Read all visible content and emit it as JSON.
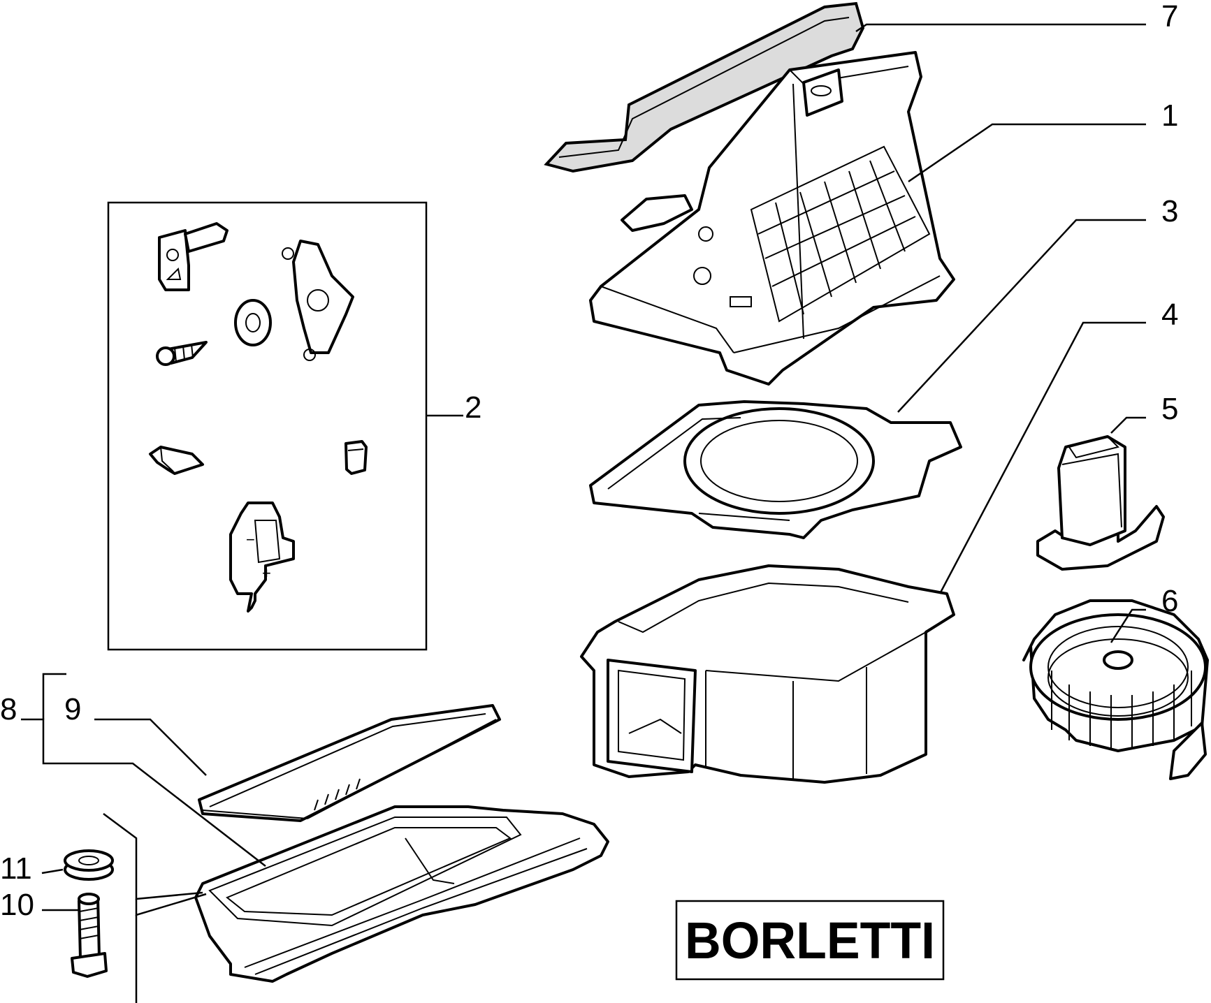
{
  "callouts": [
    {
      "id": "1",
      "label": "1"
    },
    {
      "id": "2",
      "label": "2"
    },
    {
      "id": "3",
      "label": "3"
    },
    {
      "id": "4",
      "label": "4"
    },
    {
      "id": "5",
      "label": "5"
    },
    {
      "id": "6",
      "label": "6"
    },
    {
      "id": "7",
      "label": "7"
    },
    {
      "id": "8",
      "label": "8"
    },
    {
      "id": "9",
      "label": "9"
    },
    {
      "id": "10",
      "label": "10"
    },
    {
      "id": "11",
      "label": "11"
    }
  ],
  "brand": {
    "label": "BORLETTI"
  },
  "kit_marks": {
    "minus": "−",
    "plus": "+"
  }
}
